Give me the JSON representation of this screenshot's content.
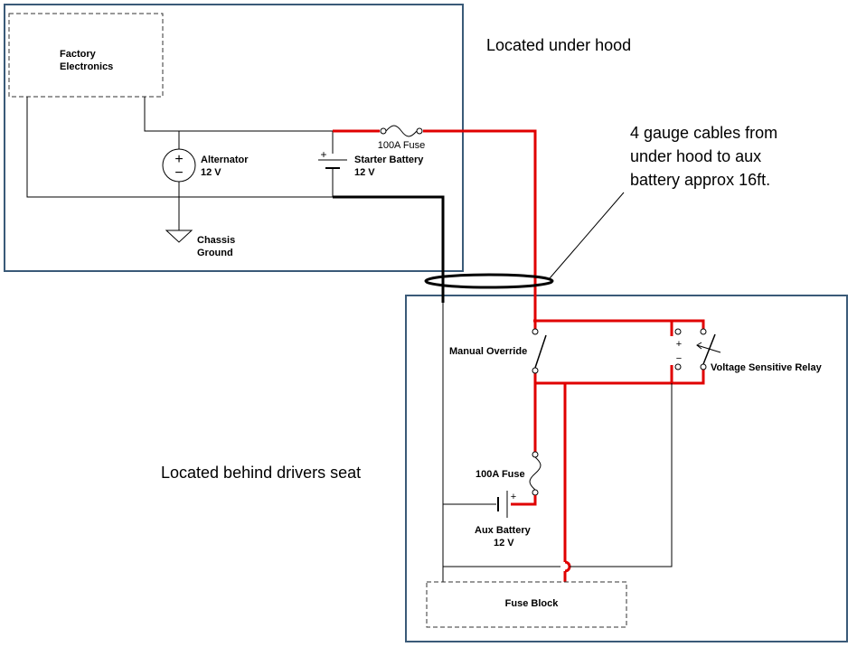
{
  "labels": {
    "factory_line1": "Factory",
    "factory_line2": "Electronics",
    "alternator_name": "Alternator",
    "alternator_voltage": "12 V",
    "starter_name": "Starter Battery",
    "starter_voltage": "12 V",
    "fuse_top": "100A Fuse",
    "chassis_line1": "Chassis",
    "chassis_line2": "Ground",
    "under_hood": "Located under hood",
    "cables_line1": "4 gauge cables from",
    "cables_line2": "under hood to aux",
    "cables_line3": "battery approx 16ft.",
    "behind_seat": "Located behind drivers seat",
    "manual_override": "Manual Override",
    "vsr": "Voltage Sensitive Relay",
    "fuse_aux": "100A Fuse",
    "aux_name": "Aux Battery",
    "aux_voltage": "12 V",
    "fuse_block": "Fuse Block",
    "plus": "+",
    "minus": "−"
  },
  "colors": {
    "box_border": "#3a5a78",
    "power_wire": "#e00000",
    "wire": "#000000"
  }
}
